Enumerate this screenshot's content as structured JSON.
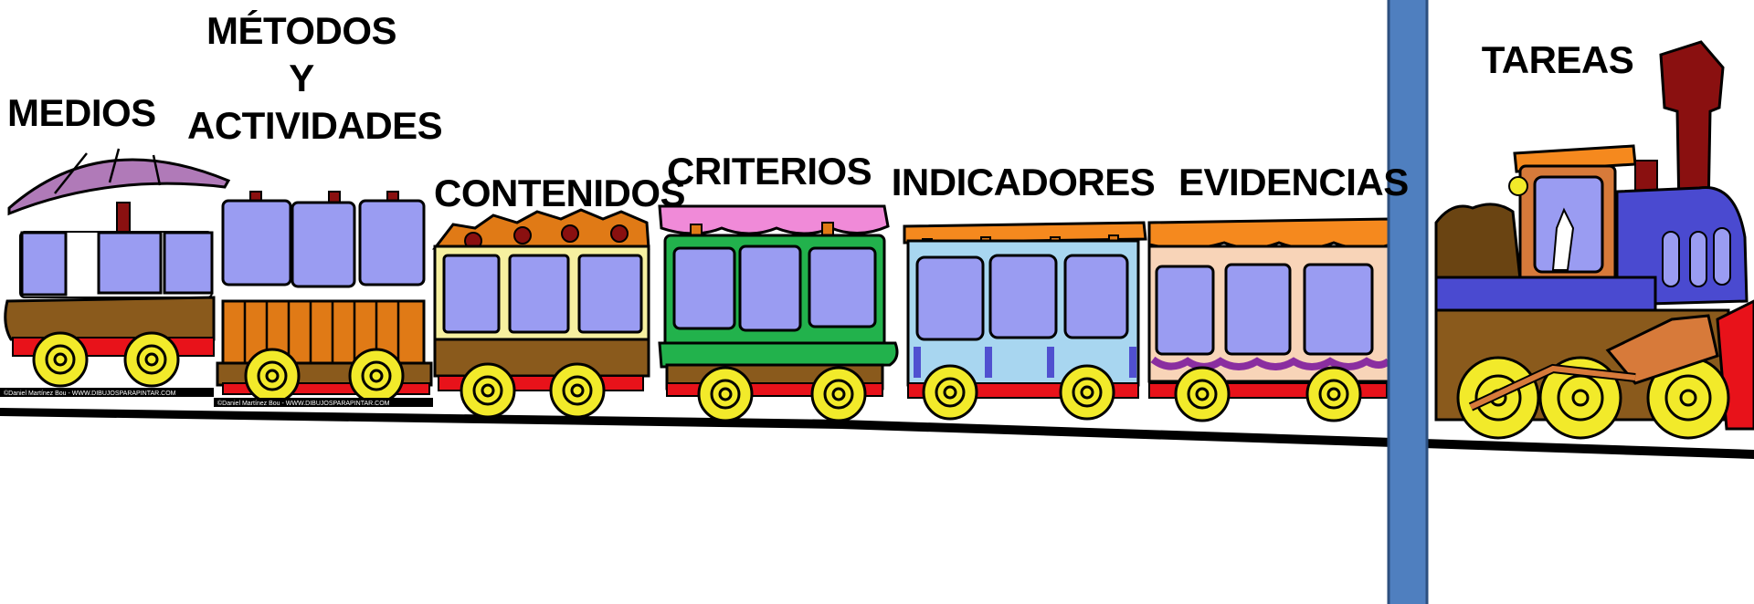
{
  "labels": {
    "medios": "MEDIOS",
    "metodos_line1": "MÉTODOS",
    "metodos_line2": "Y",
    "metodos_line3": "ACTIVIDADES",
    "contenidos": "CONTENIDOS",
    "criterios": "CRITERIOS",
    "indicadores": "INDICADORES",
    "evidencias": "EVIDENCIAS",
    "tareas": "TAREAS"
  },
  "credits": {
    "car1": "©Daniel Martínez Bou - WWW.DIBUJOSPARAPINTAR.COM",
    "car2": "©Daniel Martínez Bou - WWW.DIBUJOSPARAPINTAR.COM"
  },
  "colors": {
    "window": "#9a9cf2",
    "wheel": "#f2ea2a",
    "chassis": "#e8121a",
    "track": "#000000",
    "pole": "#4f7fbf",
    "brown": "#8a5a1c",
    "umbrella": "#b07ab8"
  }
}
